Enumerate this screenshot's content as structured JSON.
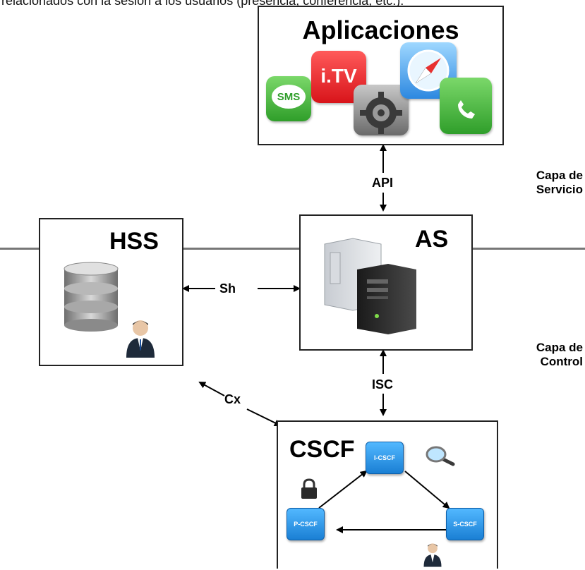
{
  "caption": "relacionados con la sesión a los usuarios (presencia, conferencia, etc.).",
  "applications": {
    "title": "Aplicaciones",
    "icons": [
      "SMS",
      "i.TV"
    ]
  },
  "layers": {
    "service": [
      "Capa de",
      "Servicio"
    ],
    "control": [
      "Capa de",
      "Control"
    ]
  },
  "nodes": {
    "hss": "HSS",
    "as": "AS",
    "cscf": "CSCF",
    "i_cscf": "I-CSCF",
    "p_cscf": "P-CSCF",
    "s_cscf": "S-CSCF"
  },
  "interfaces": {
    "api": "API",
    "sh": "Sh",
    "isc": "ISC",
    "cx": "Cx"
  }
}
